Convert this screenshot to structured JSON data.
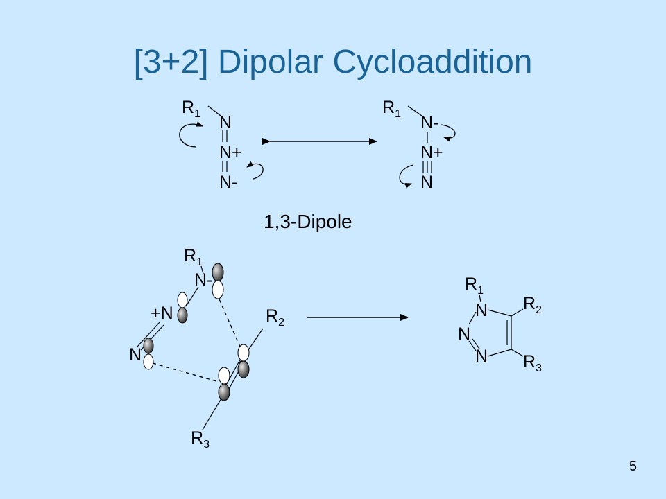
{
  "slide": {
    "title": "[3+2] Dipolar Cycloaddition",
    "caption": "1,3-Dipole",
    "page_number": "5"
  },
  "labels": {
    "R": "R",
    "sub1": "1",
    "sub2": "2",
    "sub3": "3",
    "N": "N",
    "N_minus": "N-",
    "N_plus": "N+",
    "plus_N": "+N"
  },
  "colors": {
    "background": "#cce9ff",
    "title": "#1a6396"
  }
}
